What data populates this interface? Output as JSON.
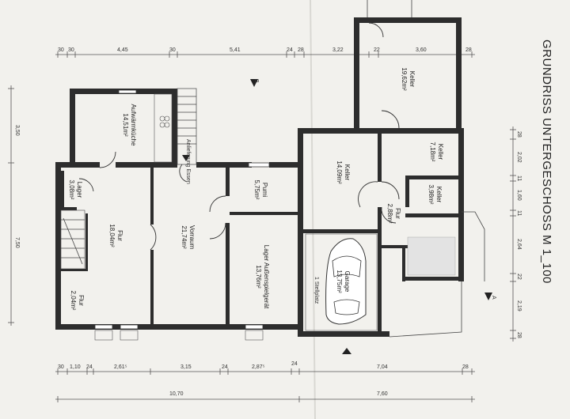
{
  "title": "GRUNDRISS UNTERGESCHOSS M 1_100",
  "rooms": {
    "kueche": {
      "name": "Aufwärmküche",
      "area": "14,51m²"
    },
    "lager1": {
      "name": "Lager",
      "area": "3,08m²"
    },
    "flur1": {
      "name": "Flur",
      "area": "18,04m²"
    },
    "flur2": {
      "name": "Flur",
      "area": "2,04m²"
    },
    "vorraum": {
      "name": "Vorraum",
      "area": "21,74m²"
    },
    "pumi": {
      "name": "Pumi",
      "area": "5,75m²"
    },
    "lager2": {
      "name": "Lager Außenspielgerät",
      "area": "13,76m²"
    },
    "keller1": {
      "name": "Keller",
      "area": "14,09m²"
    },
    "keller2": {
      "name": "Keller",
      "area": "19,62m²"
    },
    "keller3": {
      "name": "Keller",
      "area": "7,18m²"
    },
    "keller4": {
      "name": "Keller",
      "area": "3,98m²"
    },
    "flur3": {
      "name": "Flur",
      "area": "2,88m²"
    },
    "garage": {
      "name": "Garage",
      "area": "13,75m²",
      "note": "1 Stellplatz"
    }
  },
  "labels": {
    "anlieferung": "Anlieferung Essen",
    "marker_b": "B",
    "marker_a": "A"
  },
  "dims": {
    "top": [
      "30",
      "30",
      "4,45",
      "30",
      "5,41",
      "24",
      "28",
      "3,22",
      "22",
      "3,60",
      "28"
    ],
    "bottom1": [
      "30",
      "1,10",
      "24",
      "2,61⁵",
      "3,15",
      "24",
      "2,87⁵",
      "24",
      "7,04",
      "28"
    ],
    "bottom2": [
      "10,70",
      "7,60"
    ],
    "left": [
      "3,50",
      "7,50"
    ],
    "right": [
      "28",
      "2,02",
      "11",
      "1,60",
      "11",
      "2,64",
      "22",
      "2,19",
      "28"
    ]
  }
}
